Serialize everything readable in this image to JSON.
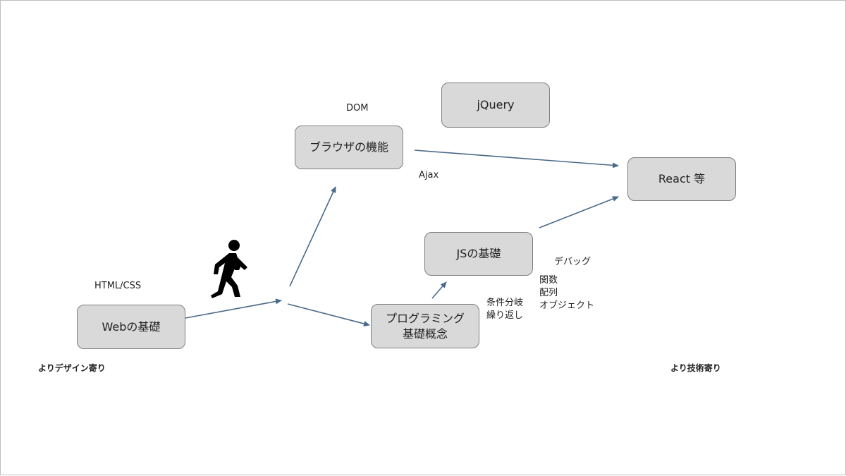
{
  "nodes": {
    "web_basics": "Webの基礎",
    "browser_features": "ブラウザの機能",
    "jquery": "jQuery",
    "react": "React 等",
    "js_basics": "JSの基礎",
    "programming_concepts": "プログラミング\n基礎概念"
  },
  "labels": {
    "html_css": "HTML/CSS",
    "dom": "DOM",
    "ajax": "Ajax",
    "debug": "デバッグ",
    "functions_arrays_objects": "関数\n配列\nオブジェクト",
    "conditionals_loops": "条件分岐\n繰り返し",
    "design_side": "よりデザイン寄り",
    "tech_side": "より技術寄り"
  },
  "icons": {
    "walker": "person-walking-icon"
  },
  "colors": {
    "box_fill": "#d9d9d9",
    "box_border": "#7f7f7f",
    "arrow": "#4a6a8a"
  }
}
